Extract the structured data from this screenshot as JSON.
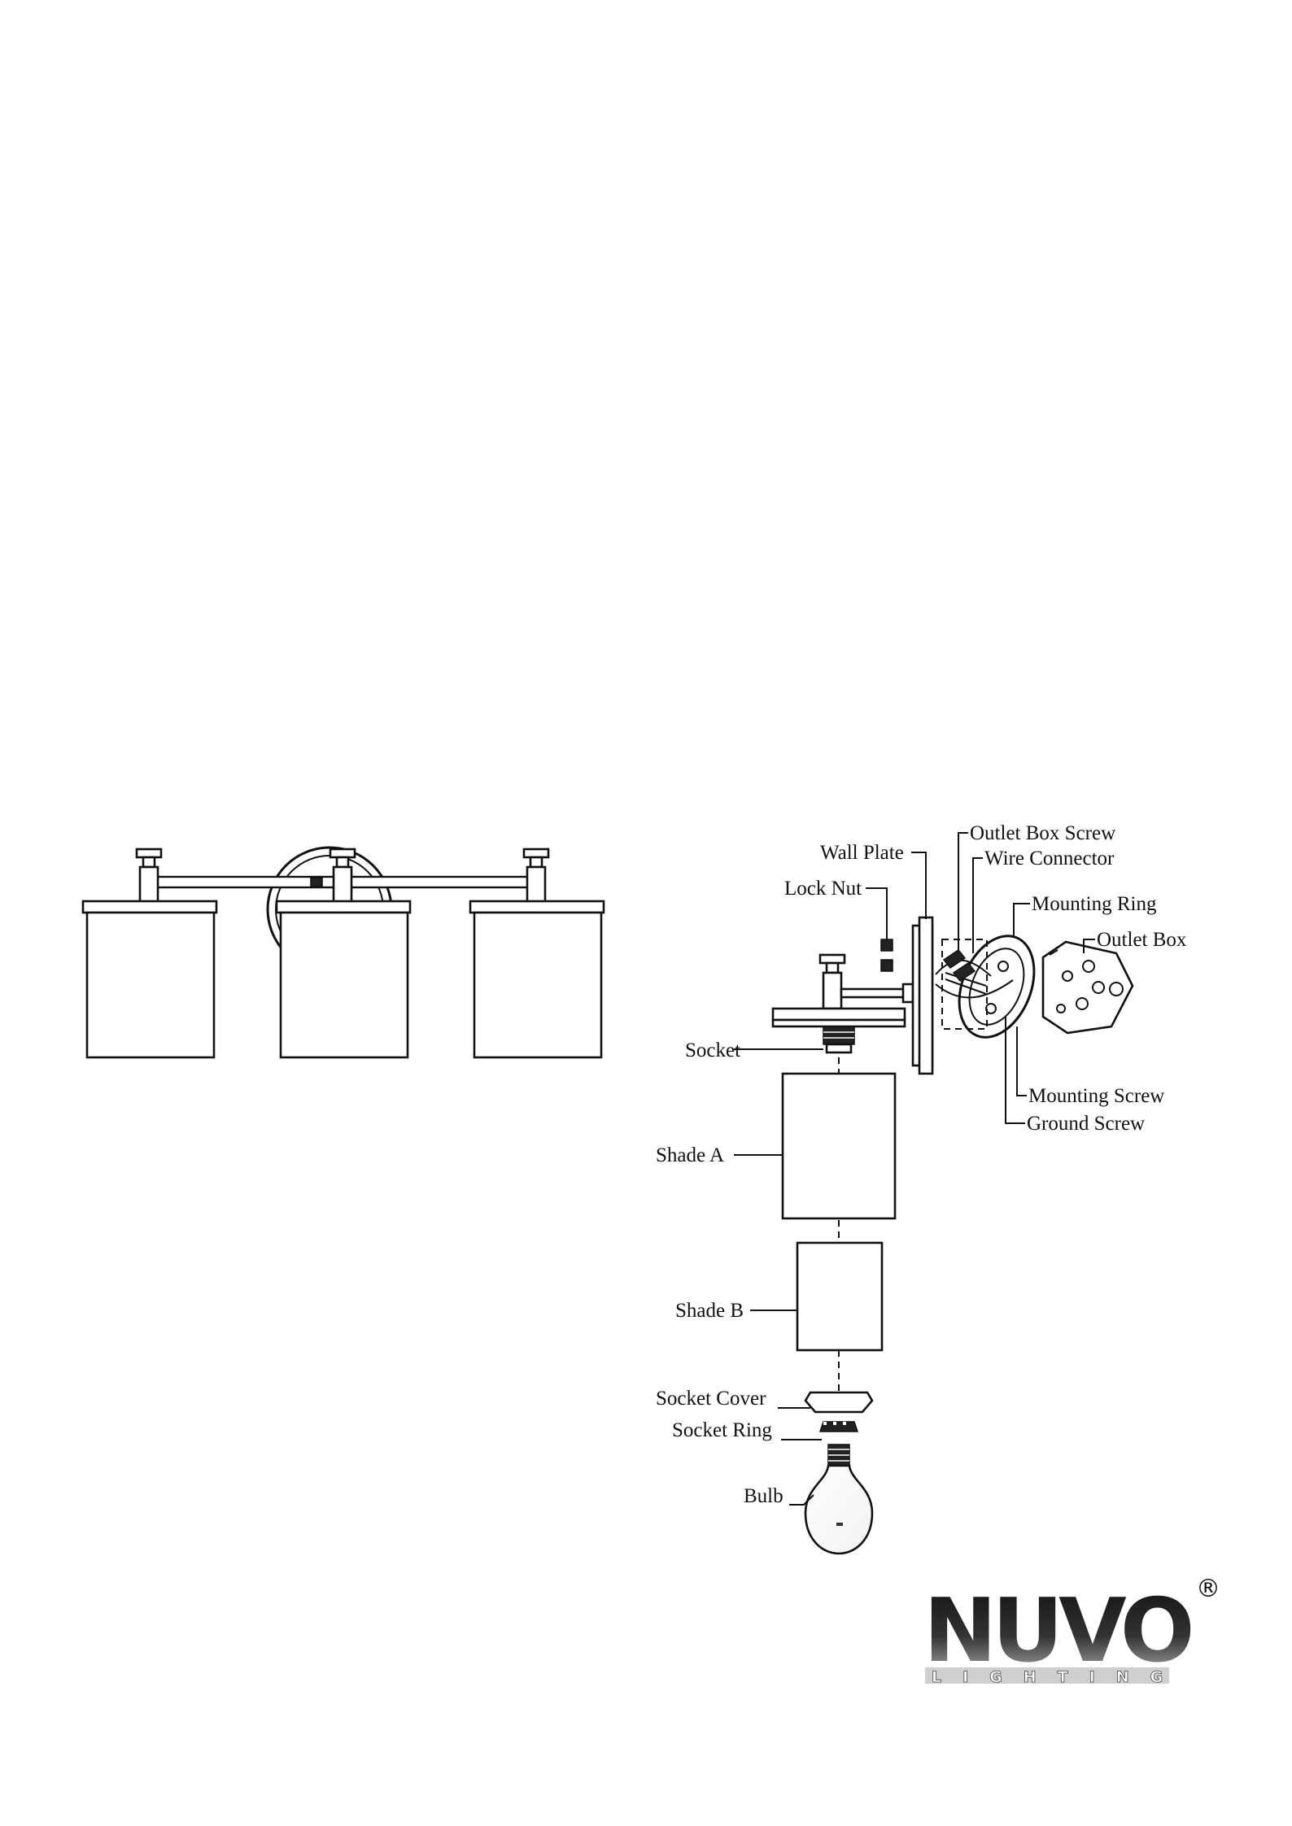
{
  "diagram": {
    "labels": {
      "wall_plate": "Wall Plate",
      "lock_nut": "Lock Nut",
      "outlet_box_screw": "Outlet Box Screw",
      "wire_connector": "Wire Connector",
      "mounting_ring": "Mounting Ring",
      "outlet_box": "Outlet Box",
      "socket": "Socket",
      "mounting_screw": "Mounting Screw",
      "ground_screw": "Ground Screw",
      "shade_a": "Shade A",
      "shade_b": "Shade B",
      "socket_cover": "Socket Cover",
      "socket_ring": "Socket Ring",
      "bulb": "Bulb"
    }
  },
  "logo": {
    "brand": "NUVO",
    "sub": "LIGHTING",
    "mark": "®"
  }
}
